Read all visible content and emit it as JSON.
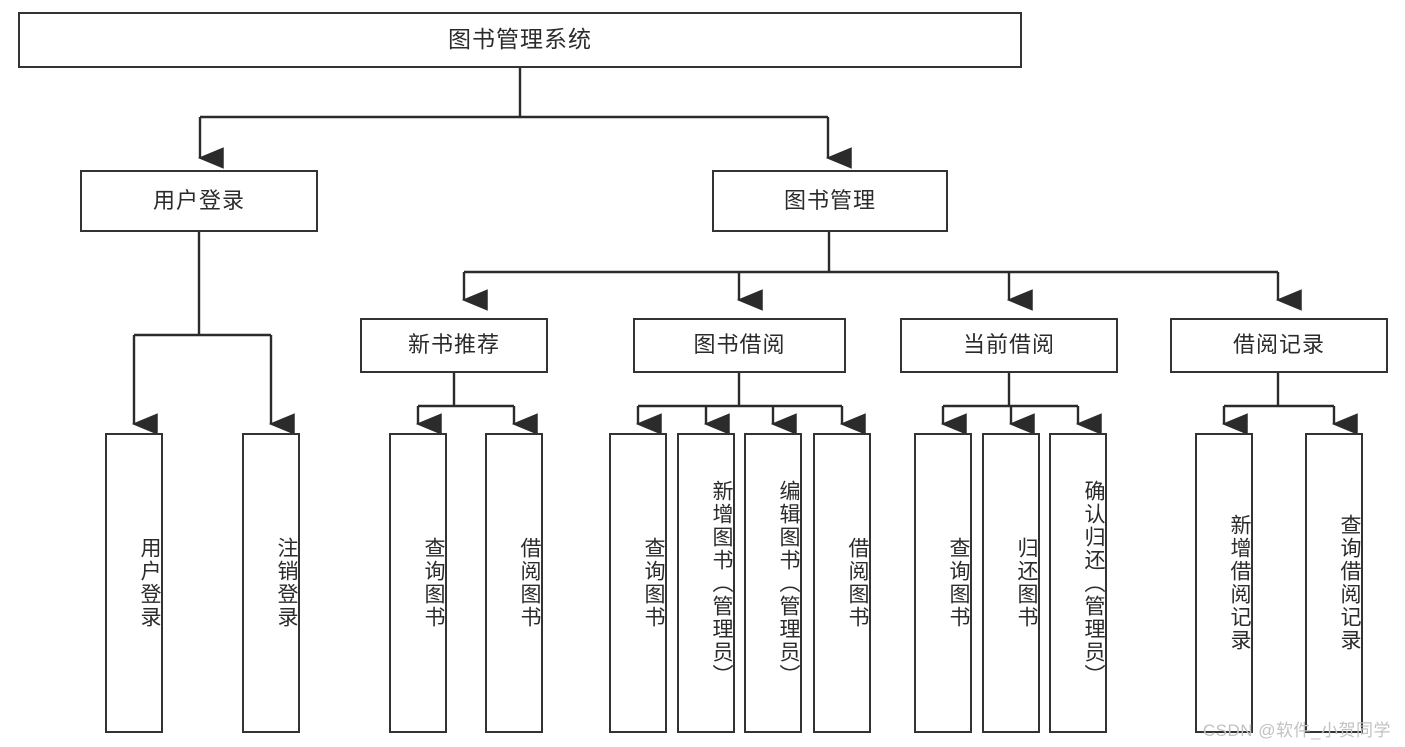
{
  "diagram": {
    "type": "tree-hierarchy",
    "title": "图书管理系统",
    "watermark": "CSDN @软件_小贺同学",
    "colors": {
      "box_border": "#333333",
      "box_fill": "#ffffff",
      "connector": "#2b2b2b",
      "text": "#2b2b2b",
      "watermark": "#c2c2c2",
      "background": "#ffffff"
    },
    "levels": {
      "root": "图书管理系统",
      "level2": [
        "用户登录",
        "图书管理"
      ],
      "level3": [
        "新书推荐",
        "图书借阅",
        "当前借阅",
        "借阅记录"
      ]
    },
    "nodes": {
      "root": {
        "label": "图书管理系统"
      },
      "user_login": {
        "label": "用户登录"
      },
      "book_manage": {
        "label": "图书管理"
      },
      "new_book_rec": {
        "label": "新书推荐"
      },
      "book_borrow": {
        "label": "图书借阅"
      },
      "current_borrow": {
        "label": "当前借阅"
      },
      "borrow_record": {
        "label": "借阅记录"
      }
    },
    "leaves": {
      "user_login": [
        {
          "label": "用户登录"
        },
        {
          "label": "注销登录"
        }
      ],
      "new_book_rec": [
        {
          "label": "查询图书"
        },
        {
          "label": "借阅图书"
        }
      ],
      "book_borrow": [
        {
          "label": "查询图书"
        },
        {
          "label": "新增图书（管理员）"
        },
        {
          "label": "编辑图书（管理员）"
        },
        {
          "label": "借阅图书"
        }
      ],
      "current_borrow": [
        {
          "label": "查询图书"
        },
        {
          "label": "归还图书"
        },
        {
          "label": "确认归还（管理员）"
        }
      ],
      "borrow_record": [
        {
          "label": "新增借阅记录"
        },
        {
          "label": "查询借阅记录"
        }
      ]
    }
  }
}
